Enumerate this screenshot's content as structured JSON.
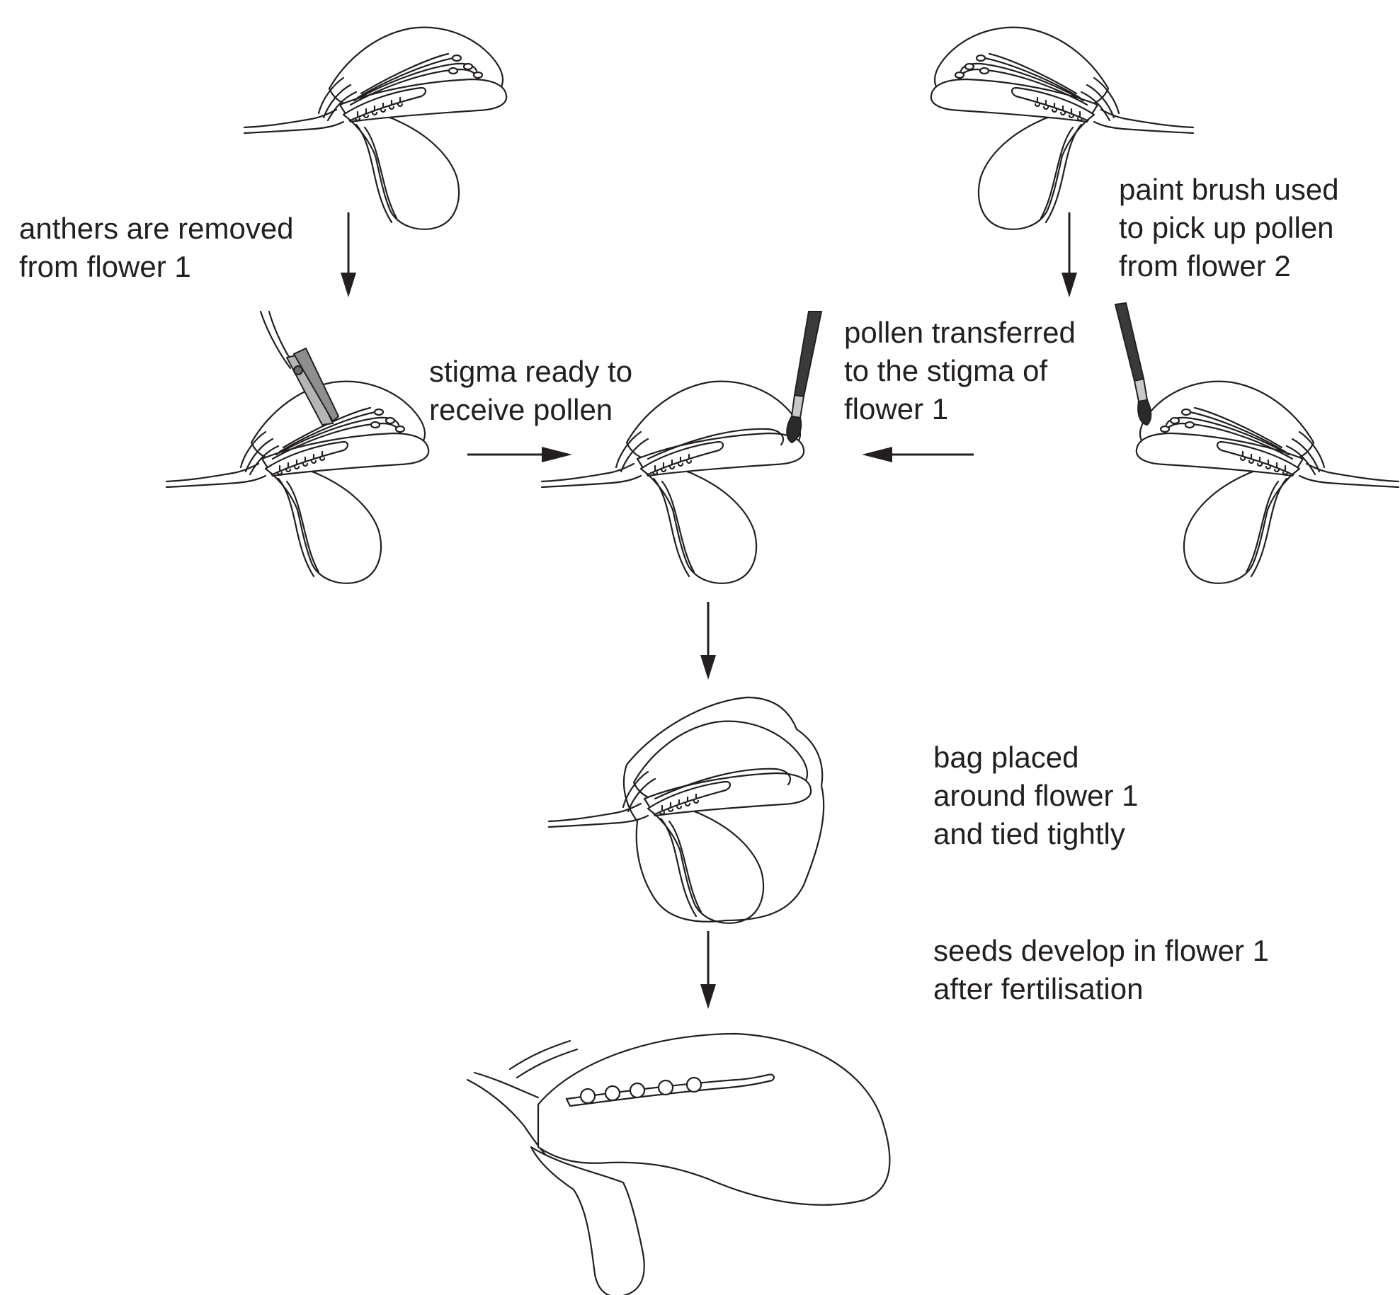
{
  "labels": {
    "anthers_removed": [
      "anthers are removed",
      "from flower 1"
    ],
    "paint_brush": [
      "paint brush used",
      "to pick up pollen",
      "from flower 2"
    ],
    "stigma_ready": [
      "stigma ready to",
      "receive pollen"
    ],
    "pollen_transferred": [
      "pollen transferred",
      "to the stigma of",
      "flower 1"
    ],
    "bag_placed": [
      "bag placed",
      "around flower 1",
      "and tied tightly"
    ],
    "seeds_develop": [
      "seeds develop in flower 1",
      "after fertilisation"
    ]
  },
  "colors": {
    "ink": "#231f20",
    "background": "#ffffff",
    "scissors": "#9a9a9a",
    "brush_handle": "#3a3a3a"
  }
}
